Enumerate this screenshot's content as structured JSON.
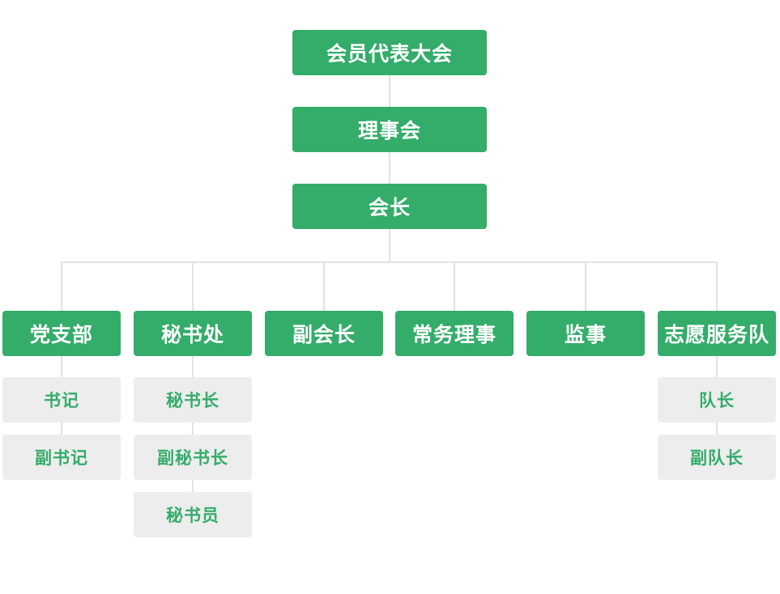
{
  "colors": {
    "primary": "#34ac6a",
    "secondary": "#ededed",
    "connector": "#e2e2e2"
  },
  "chain": [
    "会员代表大会",
    "理事会",
    "会长"
  ],
  "departments": [
    {
      "label": "党支部",
      "members": [
        "书记",
        "副书记"
      ]
    },
    {
      "label": "秘书处",
      "members": [
        "秘书长",
        "副秘书长",
        "秘书员"
      ]
    },
    {
      "label": "副会长",
      "members": []
    },
    {
      "label": "常务理事",
      "members": []
    },
    {
      "label": "监事",
      "members": []
    },
    {
      "label": "志愿服务队",
      "members": [
        "队长",
        "副队长"
      ]
    }
  ]
}
